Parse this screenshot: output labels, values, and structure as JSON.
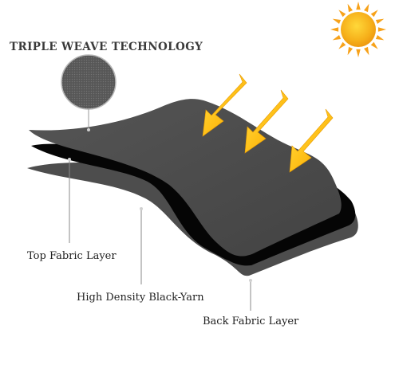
{
  "title": "TRIPLE WEAVE TECHNOLOGY",
  "layers": [
    {
      "label": "Top Fabric Layer",
      "color": "#4a4a4a"
    },
    {
      "label": "High Density Black-Yarn",
      "color": "#050505"
    },
    {
      "label": "Back Fabric Layer",
      "color": "#4d4d4d"
    }
  ],
  "icons": {
    "sun": "sun-icon",
    "arrows": "sun-ray-arrow-icon",
    "swatch": "fabric-swatch-icon"
  },
  "colors": {
    "sun_core": "#f6b81a",
    "sun_rays": "#f7a21a",
    "arrow_light": "#ffd21f",
    "arrow_dark": "#f0a500",
    "swatch": "#5a5a5a"
  }
}
